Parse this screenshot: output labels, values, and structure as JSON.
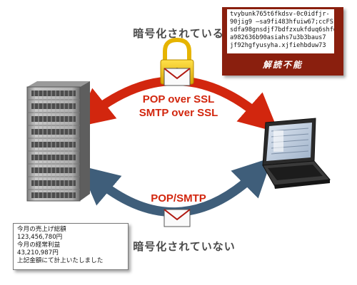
{
  "labels": {
    "encrypted": "暗号化されている",
    "not_encrypted": "暗号化されていない",
    "secure_pop": "POP over SSL",
    "secure_smtp": "SMTP over SSL",
    "plain_protocols": "POP/SMTP"
  },
  "ciphertext": {
    "lines": [
      "tvybunk765t6fkdsv-0c0idfjr-",
      "90jig9 –sa9fi483hfuiw67;ccFS",
      "sdfa98gnsdjf7bdfzxukfduq6shfd",
      "a982636b90asiahs7u3b3baus7",
      "jf92hgfyusyha.xjfiehbduw73"
    ],
    "caption": "解読不能"
  },
  "plaintext": {
    "lines": [
      "今月の売上げ総額",
      "123,456,780円",
      "今月の経常利益",
      "43,210,987円",
      "上記金額にて計上いたしました"
    ]
  },
  "colors": {
    "secure_arrow": "#d2260e",
    "plain_arrow": "#3f5e7a",
    "cipher_box": "#8a1f0e",
    "lock": "#f2c200",
    "envelope_mark": "#b01810"
  },
  "icons": {
    "server": "server-rack-icon",
    "laptop": "laptop-icon",
    "lock": "padlock-icon",
    "mail": "envelope-icon"
  }
}
